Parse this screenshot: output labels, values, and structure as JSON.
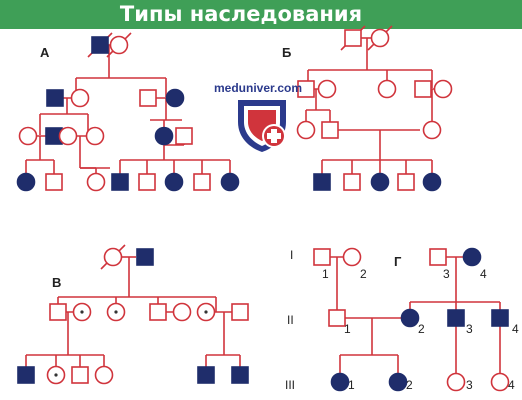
{
  "title": "Типы наследования",
  "watermark": {
    "text": "meduniver.com",
    "icon": "shield-cross-logo"
  },
  "colors": {
    "line": "#d0343c",
    "affected": "#1f2d6b",
    "title_bg": "#3f9f57"
  },
  "panels": [
    {
      "label": "А"
    },
    {
      "label": "Б"
    },
    {
      "label": "В"
    },
    {
      "label": "Г",
      "generations": [
        "I",
        "II",
        "III"
      ],
      "numbers": [
        "1",
        "2",
        "3",
        "4",
        "1",
        "2",
        "3",
        "4",
        "1",
        "2",
        "3",
        "4"
      ]
    }
  ]
}
